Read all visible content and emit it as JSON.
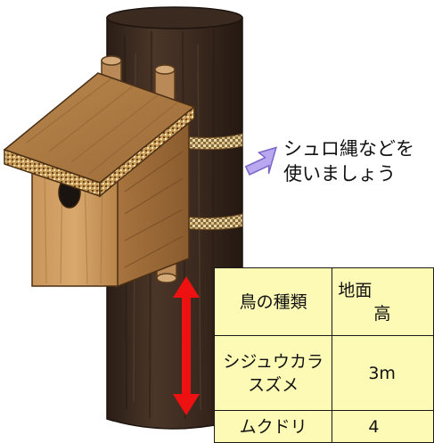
{
  "callout": {
    "line1": "シュロ縄などを",
    "line2": "使いましょう"
  },
  "table": {
    "header": [
      "鳥の種類",
      "地面",
      "高"
    ],
    "rows": [
      {
        "bird_line1": "シジュウカラ",
        "bird_line2": "スズメ",
        "height": "3m"
      },
      {
        "bird": "ムクドリ",
        "height": "4"
      }
    ]
  },
  "colors": {
    "table_fill": "#fdfab5",
    "height_arrow": "#ee1111",
    "callout_arrow": "#b9a7f0",
    "trunk": "#3b2a20"
  }
}
